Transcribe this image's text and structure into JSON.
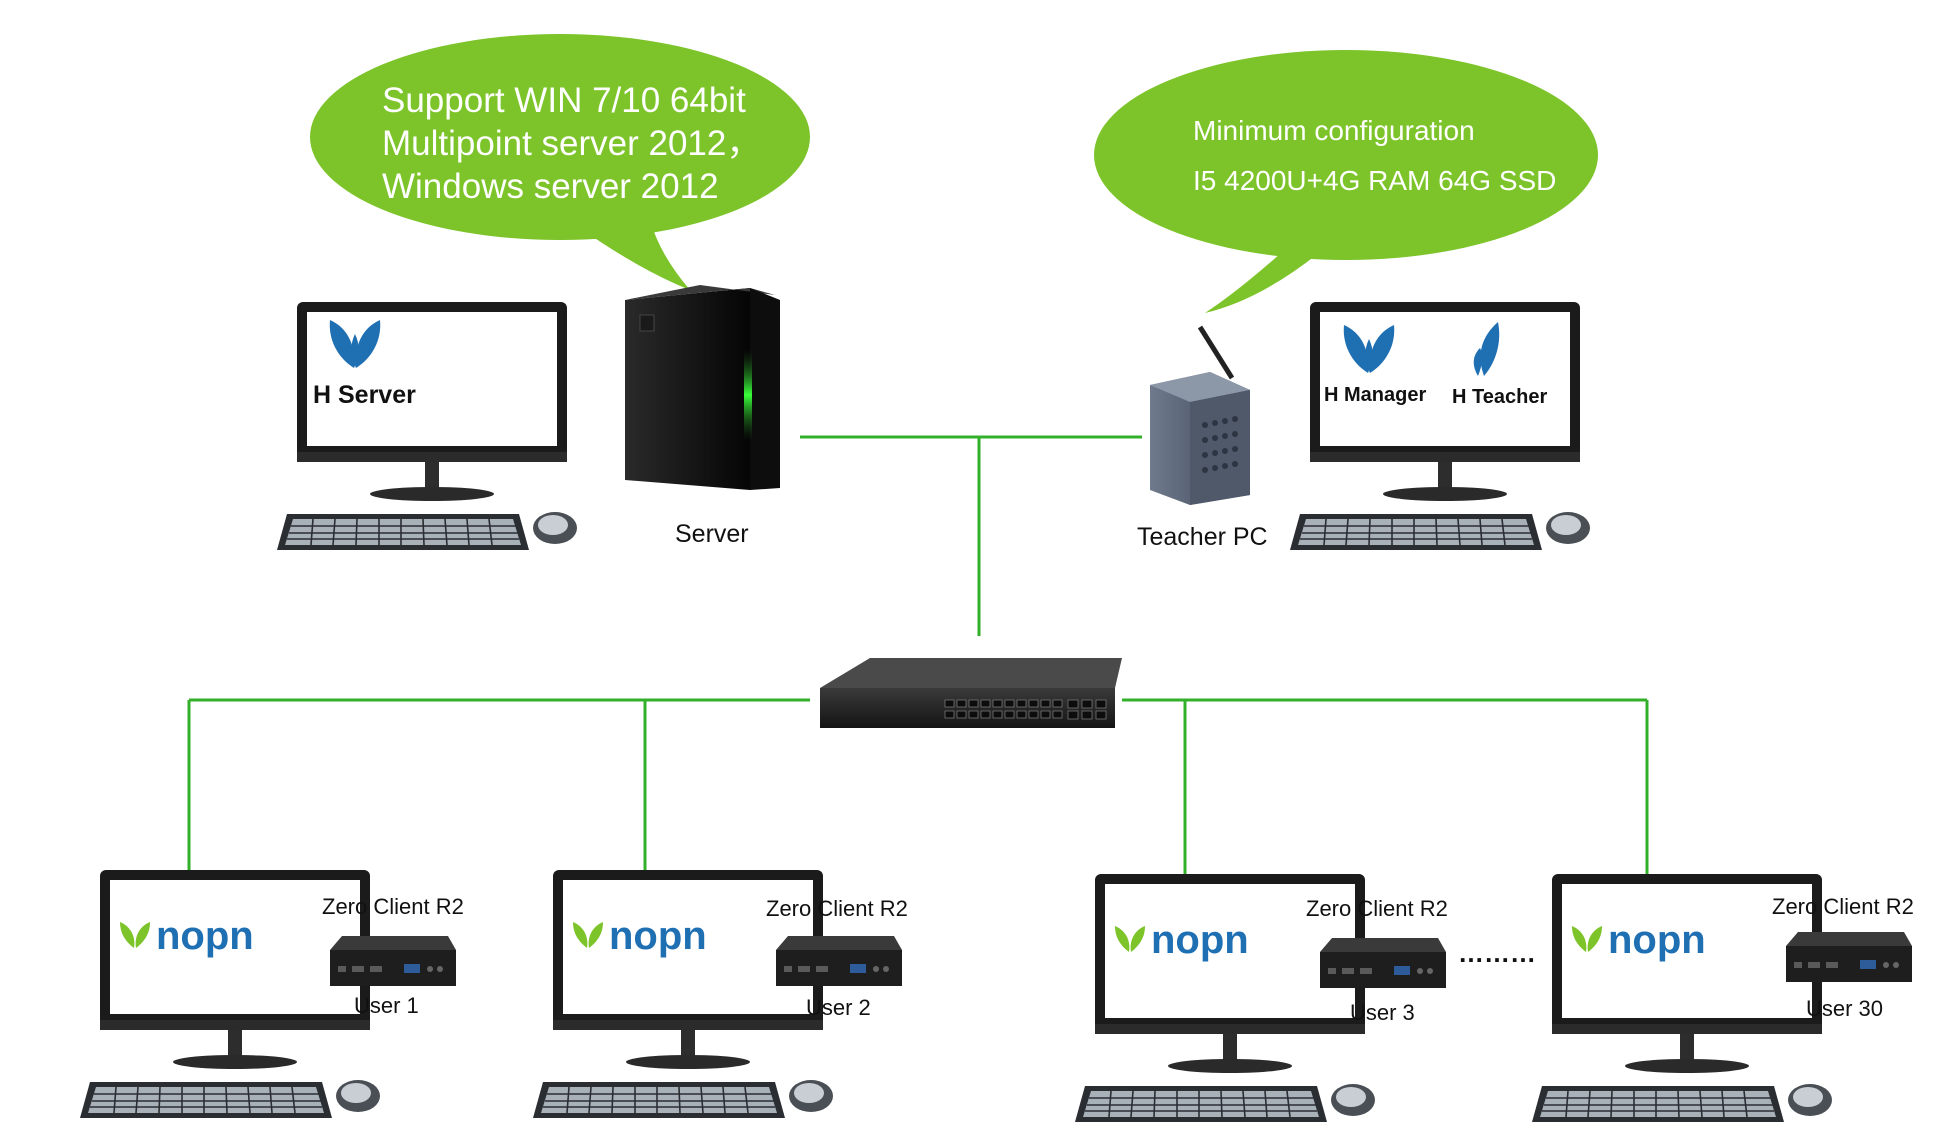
{
  "colors": {
    "bubble": "#7cc42a",
    "wire": "#33b02a",
    "brand_blue": "#1f6fb3",
    "brand_green": "#7cc42a"
  },
  "bubbles": {
    "left": [
      "Support WIN 7/10 64bit",
      "Multipoint server 2012，",
      "Windows server 2012"
    ],
    "right": [
      "Minimum configuration",
      "I5 4200U+4G RAM 64G SSD"
    ]
  },
  "server_monitor": {
    "app_label": "H Server",
    "icon": "h-leaf-logo-icon"
  },
  "server": {
    "label": "Server",
    "icon": "tower-server-icon"
  },
  "teacher_pc": {
    "label": "Teacher PC",
    "icon": "mini-pc-icon"
  },
  "teacher_monitor": {
    "apps": [
      {
        "label": "H Manager",
        "icon": "h-leaf-logo-icon"
      },
      {
        "label": "H Teacher",
        "icon": "leaf-logo-icon"
      }
    ]
  },
  "switch": {
    "icon": "network-switch-icon"
  },
  "clients": [
    {
      "device": "Zero Client  R2",
      "user": "User  1",
      "brand": "nopn"
    },
    {
      "device": "Zero Client  R2",
      "user": "User  2",
      "brand": "nopn"
    },
    {
      "device": "Zero Client  R2",
      "user": "User 3",
      "brand": "nopn"
    },
    {
      "device": "Zero Client  R2",
      "user": "User  30",
      "brand": "nopn"
    }
  ],
  "ellipsis": "………"
}
